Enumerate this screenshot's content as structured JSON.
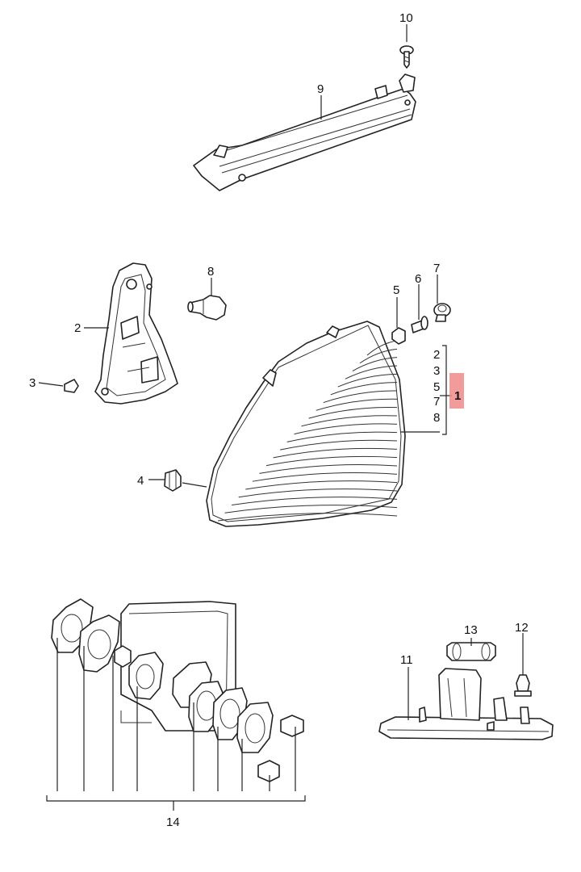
{
  "callouts": {
    "p1": "1",
    "p2": "2",
    "p3": "3",
    "p4": "4",
    "p5": "5",
    "p6": "6",
    "p7": "7",
    "p8": "8",
    "p9": "9",
    "p10": "10",
    "p11": "11",
    "p12": "12",
    "p13": "13",
    "p14": "14"
  },
  "bracket_list": [
    "2",
    "3",
    "5",
    "7",
    "8"
  ],
  "colors": {
    "highlight": "#f08a8a",
    "line": "#222222"
  }
}
